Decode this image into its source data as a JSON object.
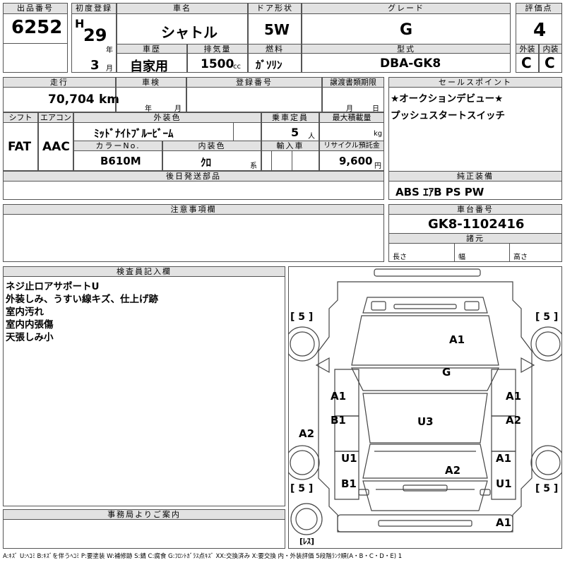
{
  "header": {
    "lot_label": "出品番号",
    "lot_value": "6252",
    "first_reg_label": "初度登録",
    "era": "H",
    "year_value": "29",
    "year_unit": "年",
    "month_value": "3",
    "month_unit": "月",
    "car_name_label": "車名",
    "car_name_value": "シャトル",
    "door_label": "ドア形状",
    "door_value": "5W",
    "grade_label": "グレード",
    "grade_value": "G",
    "score_label": "評価点",
    "score_value": "4",
    "history_label": "車歴",
    "history_value": "自家用",
    "displacement_label": "排気量",
    "displacement_value": "1500",
    "displacement_unit": "cc",
    "fuel_label": "燃料",
    "fuel_value": "ｶﾞｿﾘﾝ",
    "model_label": "型式",
    "model_value": "DBA-GK8",
    "exterior_label": "外装",
    "exterior_value": "C",
    "interior_label": "内装",
    "interior_value": "C"
  },
  "row2": {
    "mileage_label": "走行",
    "mileage_value": "70,704",
    "mileage_unit": "km",
    "inspection_label": "車検",
    "inspection_year": "年",
    "inspection_month": "月",
    "plate_label": "登録番号",
    "transfer_label": "譲渡書類期限",
    "transfer_month": "月",
    "transfer_day": "日",
    "shift_label": "シフト",
    "shift_value": "FAT",
    "ac_label": "エアコン",
    "ac_value": "AAC",
    "ext_color_label": "外装色",
    "ext_color_value": "ﾐｯﾄﾞﾅｲﾄﾌﾞﾙｰﾋﾞｰﾑ",
    "capacity_label": "乗車定員",
    "capacity_value": "5",
    "capacity_unit": "人",
    "load_label": "最大積載量",
    "load_unit": "kg",
    "color_no_label": "カラーNo.",
    "color_no_value": "B610M",
    "int_color_label": "内装色",
    "int_color_value": "ｸﾛ",
    "int_color_unit": "系",
    "import_label": "輸入車",
    "recycle_label": "リサイクル預託金",
    "recycle_value": "9,600",
    "recycle_unit": "円",
    "later_parts_label": "後日発送部品"
  },
  "sales_points": {
    "label": "セールスポイント",
    "line1": "★オークションデビュー★",
    "line2": "プッシュスタートスイッチ"
  },
  "equipment": {
    "label": "純正装備",
    "value": "ABS ｴｱB PS PW"
  },
  "notes": {
    "label": "注意事項欄"
  },
  "chassis": {
    "label": "車台番号",
    "value": "GK8-1102416",
    "spec_label": "諸元",
    "length_label": "長さ",
    "width_label": "幅",
    "height_label": "高さ"
  },
  "inspector": {
    "label": "検査員記入欄",
    "lines": [
      "ネジ止ロアサポートU",
      "外装しみ、うすい線キズ、仕上げ跡",
      "室内汚れ",
      "室内内張傷",
      "天張しみ小"
    ]
  },
  "office": {
    "label": "事務局よりご案内"
  },
  "diagram": {
    "tire_fl": "[ 5 ]",
    "tire_fr": "[ 5 ]",
    "tire_rl": "[ 5 ]",
    "tire_rr": "[ 5 ]",
    "spare": "[ﾚｽ]",
    "hood": "A1",
    "windshield": "G",
    "front_fender_l": "A1",
    "front_fender_r": "A1",
    "front_door_l": "B1",
    "front_door_r": "A2",
    "bumper_l": "A2",
    "roof": "U3",
    "rear_door_l": "U1",
    "rear_door_r": "A1",
    "rear_roof": "A2",
    "rear_fender_l": "B1",
    "rear_fender_r": "U1",
    "rear_bumper": "A1"
  },
  "footer": {
    "legend": "A:ｷｽﾞ U:ﾍｺﾐ B:ｷｽﾞを伴うﾍｺﾐ P:要塗装 W:補修跡 S:錆 C:腐食 G:ﾌﾛﾝﾄｶﾞﾗｽ点ｷｽﾞ XX:交換済み X:要交換 内・外装評価 5段階ﾗﾝｸ順(A・B・C・D・E) 1"
  }
}
